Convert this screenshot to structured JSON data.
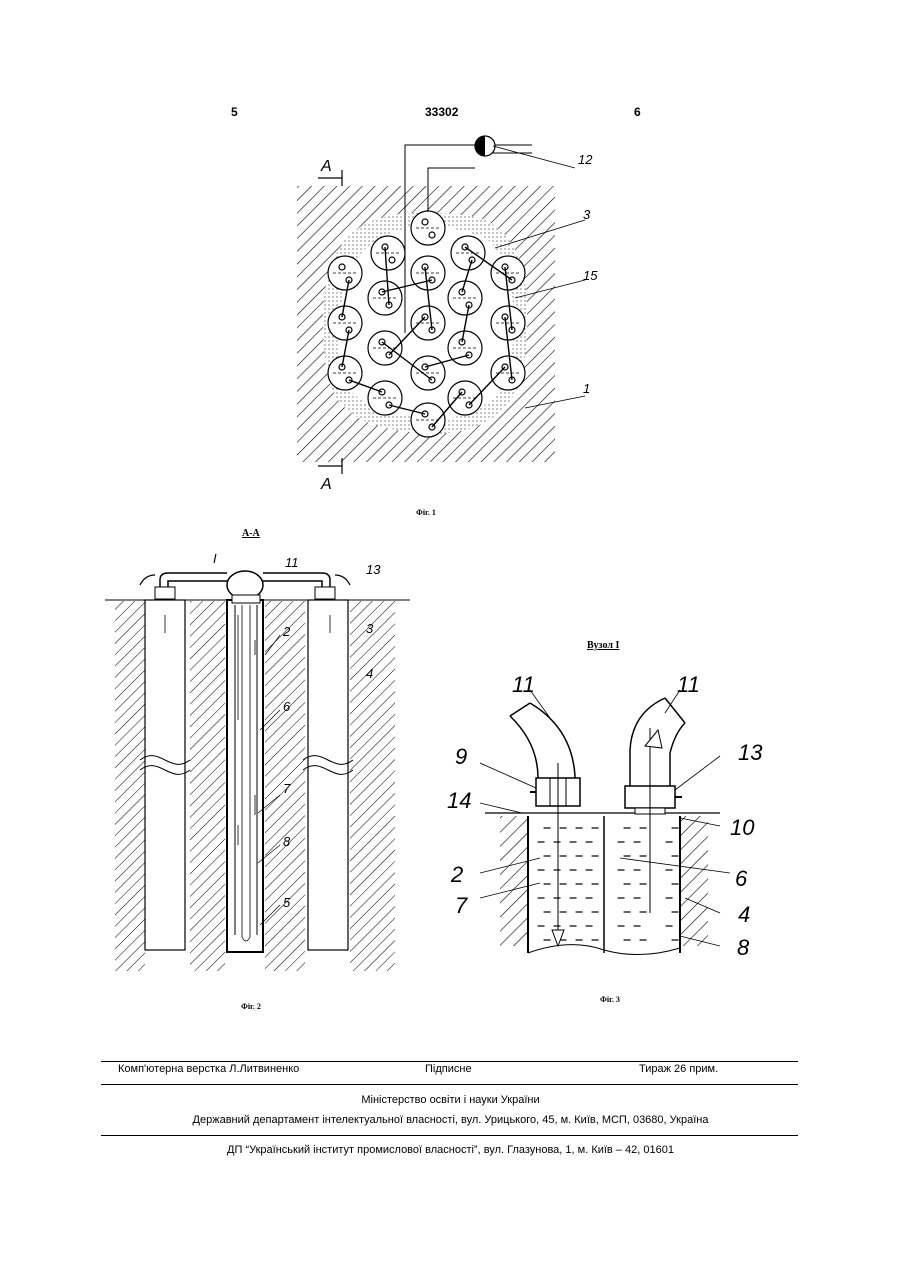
{
  "header": {
    "left_page": "5",
    "patent_number": "33302",
    "right_page": "6"
  },
  "fig1": {
    "caption": "Фіг. 1",
    "section_mark_top": "А",
    "section_mark_bottom": "А",
    "labels": {
      "pump": "12",
      "well": "3",
      "pipe": "15",
      "ground": "1"
    }
  },
  "fig2": {
    "section_title": "А-А",
    "caption": "Фіг. 2",
    "labels": {
      "node": "I",
      "l11": "11",
      "l13": "13",
      "l2": "2",
      "l3": "3",
      "l4": "4",
      "l6": "6",
      "l7": "7",
      "l8": "8",
      "l5": "5"
    }
  },
  "fig3": {
    "title": "Вузол І",
    "caption": "Фіг. 3",
    "labels": {
      "l11a": "11",
      "l11b": "11",
      "l9": "9",
      "l13": "13",
      "l14": "14",
      "l10": "10",
      "l2": "2",
      "l6": "6",
      "l7": "7",
      "l4": "4",
      "l8": "8"
    }
  },
  "footer": {
    "layout_by": "Комп'ютерна верстка Л.Литвиненко",
    "signed": "Підписне",
    "circulation": "Тираж 26 прим.",
    "ministry": "Міністерство освіти і науки України",
    "department": "Державний департамент інтелектуальної власності, вул. Урицького, 45, м. Київ, МСП, 03680, Україна",
    "institute": "ДП “Український інститут промислової власності”, вул. Глазунова, 1, м. Київ – 42, 01601"
  }
}
